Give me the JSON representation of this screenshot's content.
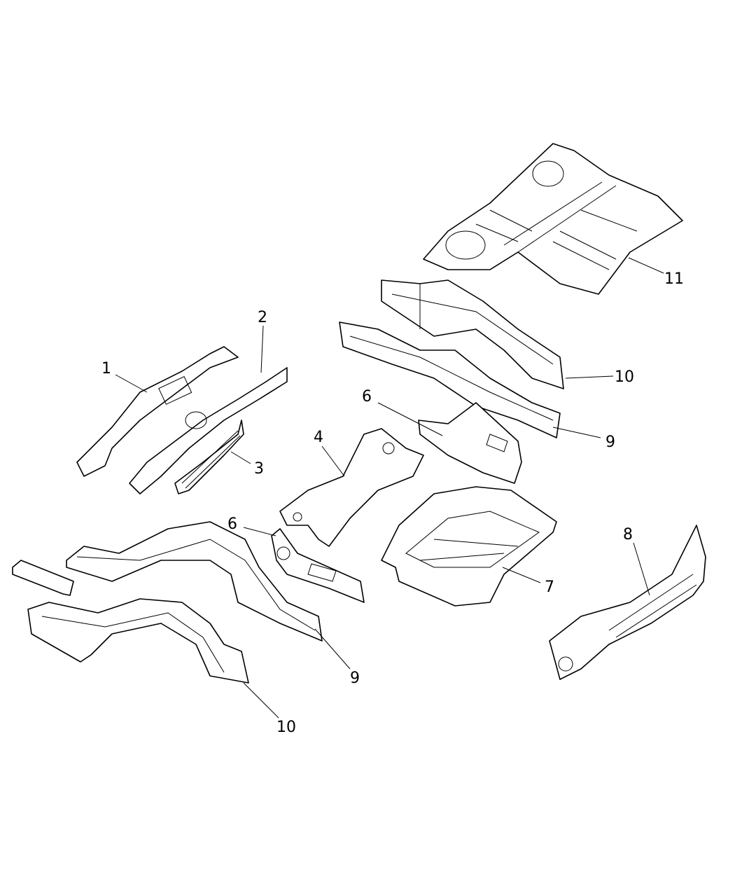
{
  "diagram": {
    "callouts": [
      "1",
      "2",
      "3",
      "4",
      "6",
      "6",
      "7",
      "8",
      "9",
      "9",
      "10",
      "10",
      "11"
    ]
  }
}
